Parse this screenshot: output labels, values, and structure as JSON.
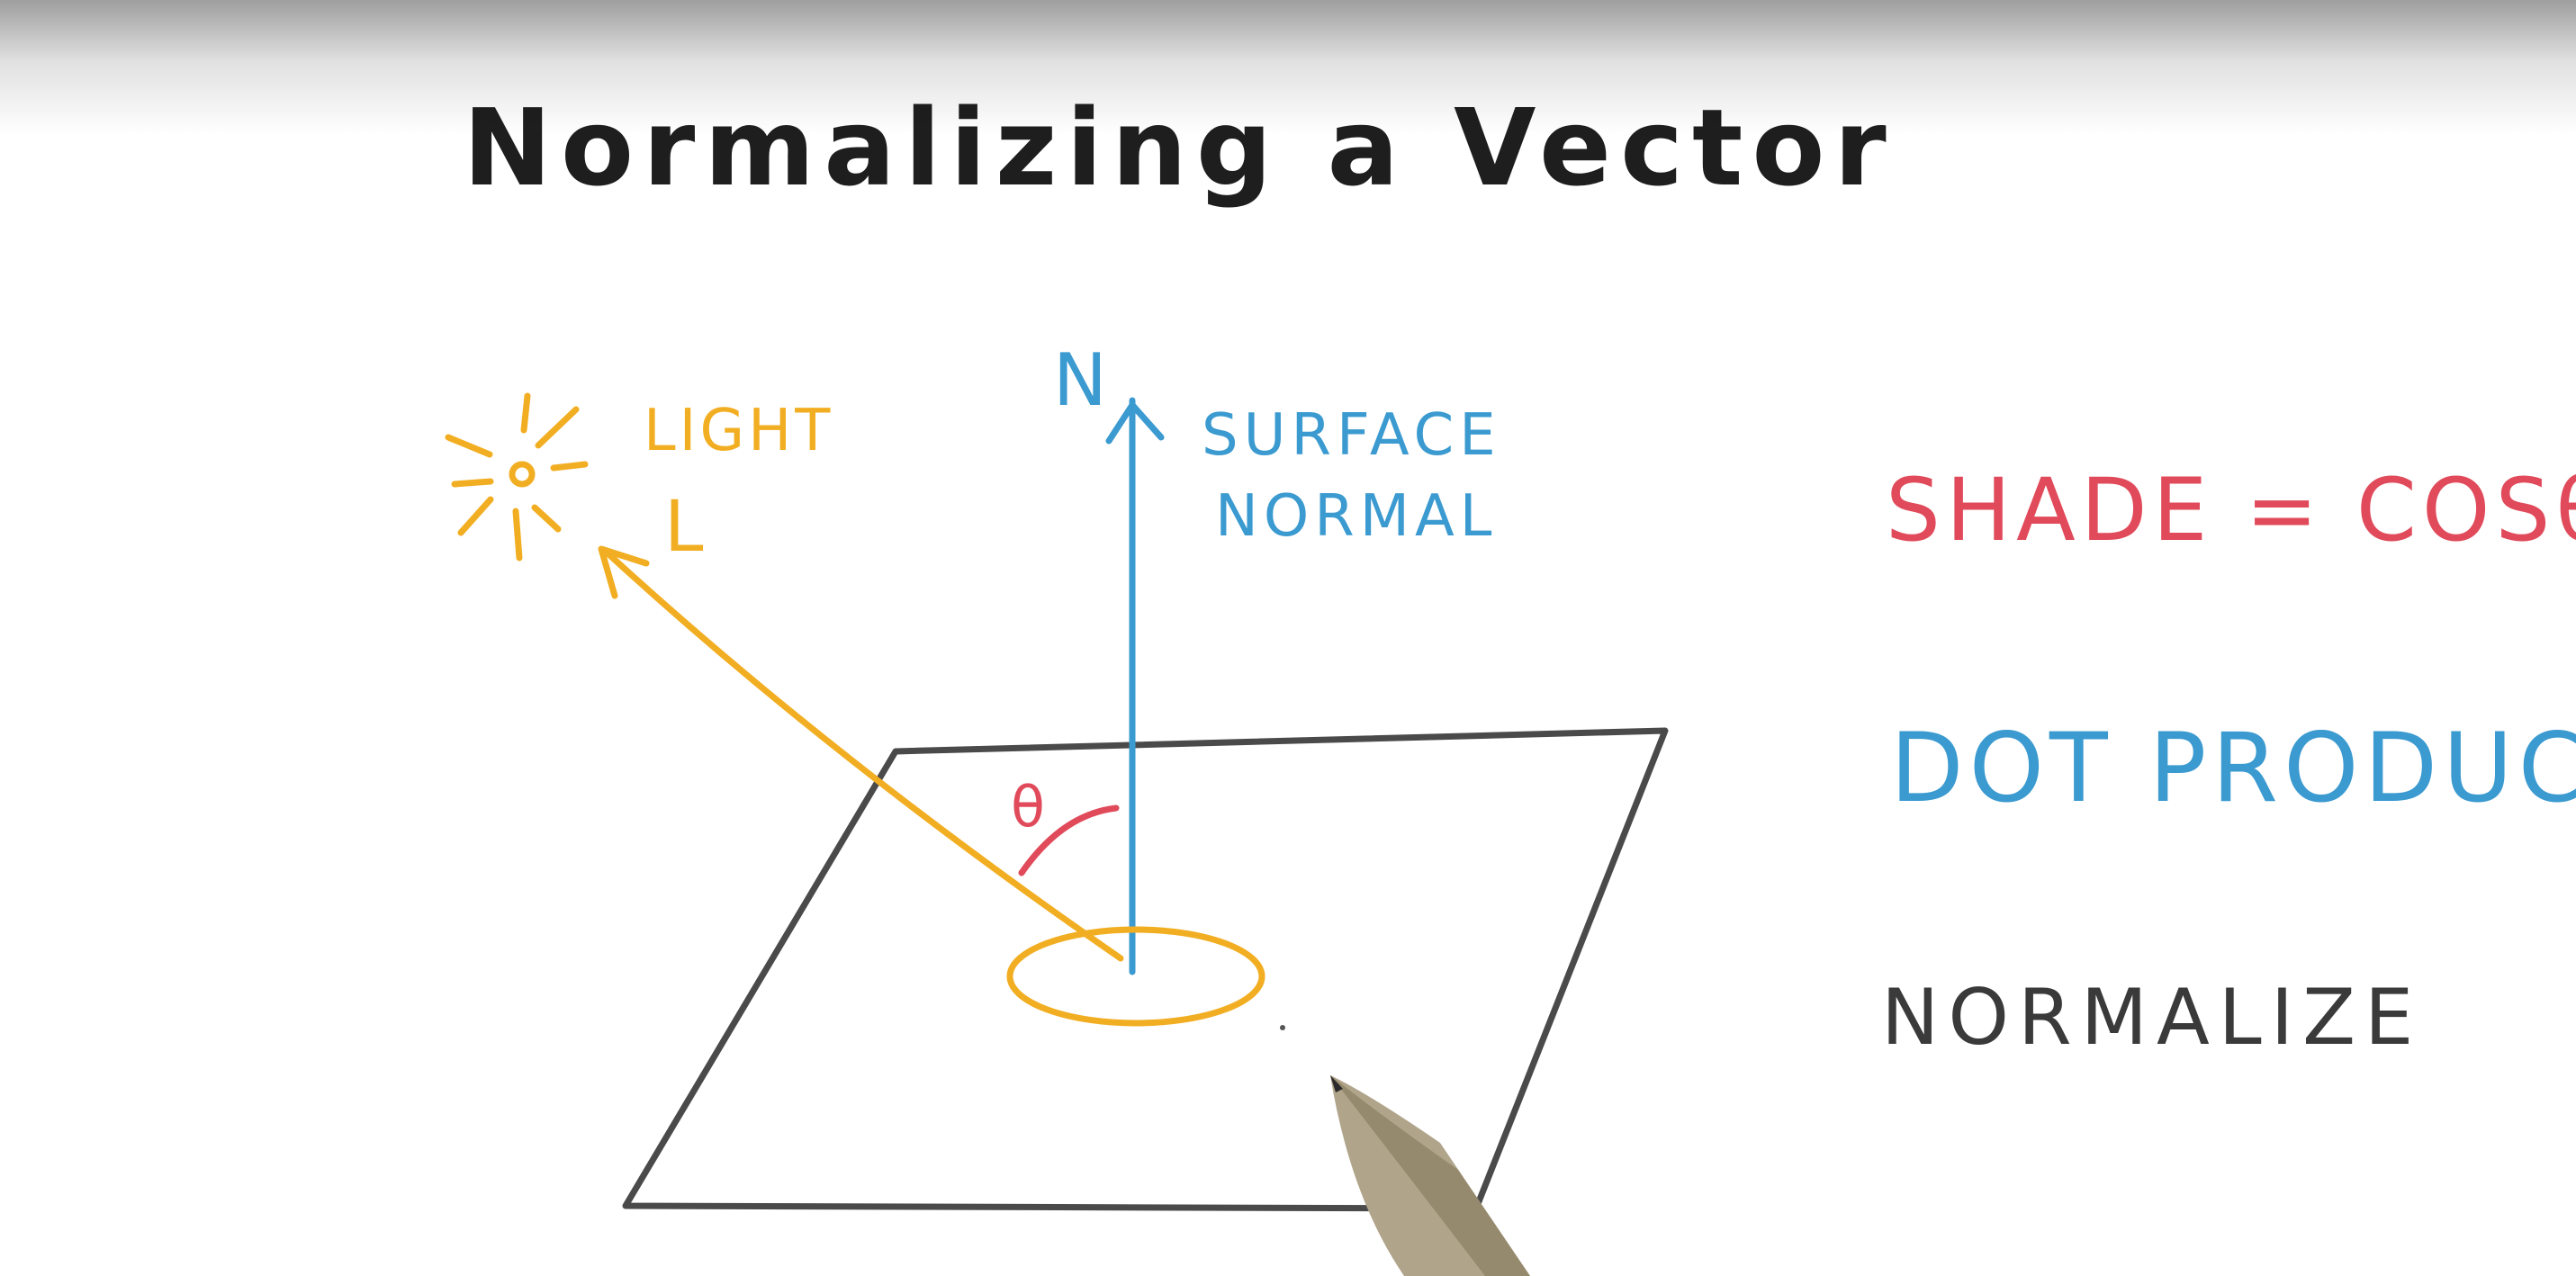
{
  "title": "Normalizing a Vector",
  "labels": {
    "normal_letter": "N",
    "surface_normal_line1": "SURFACE",
    "surface_normal_line2": "NORMAL",
    "light_word": "LIGHT",
    "light_letter": "L",
    "theta": "θ"
  },
  "notes": {
    "shade": "SHADE = COSθ",
    "dot_product": "DOT PRODUCT",
    "normalize": "NORMALIZE"
  },
  "colors": {
    "ink": "#1e1e1e",
    "light": "#f2ae22",
    "normal": "#3b9ad0",
    "angle": "#e04a5a",
    "plane": "#4a4a4a",
    "pen": "#b0a48a"
  }
}
